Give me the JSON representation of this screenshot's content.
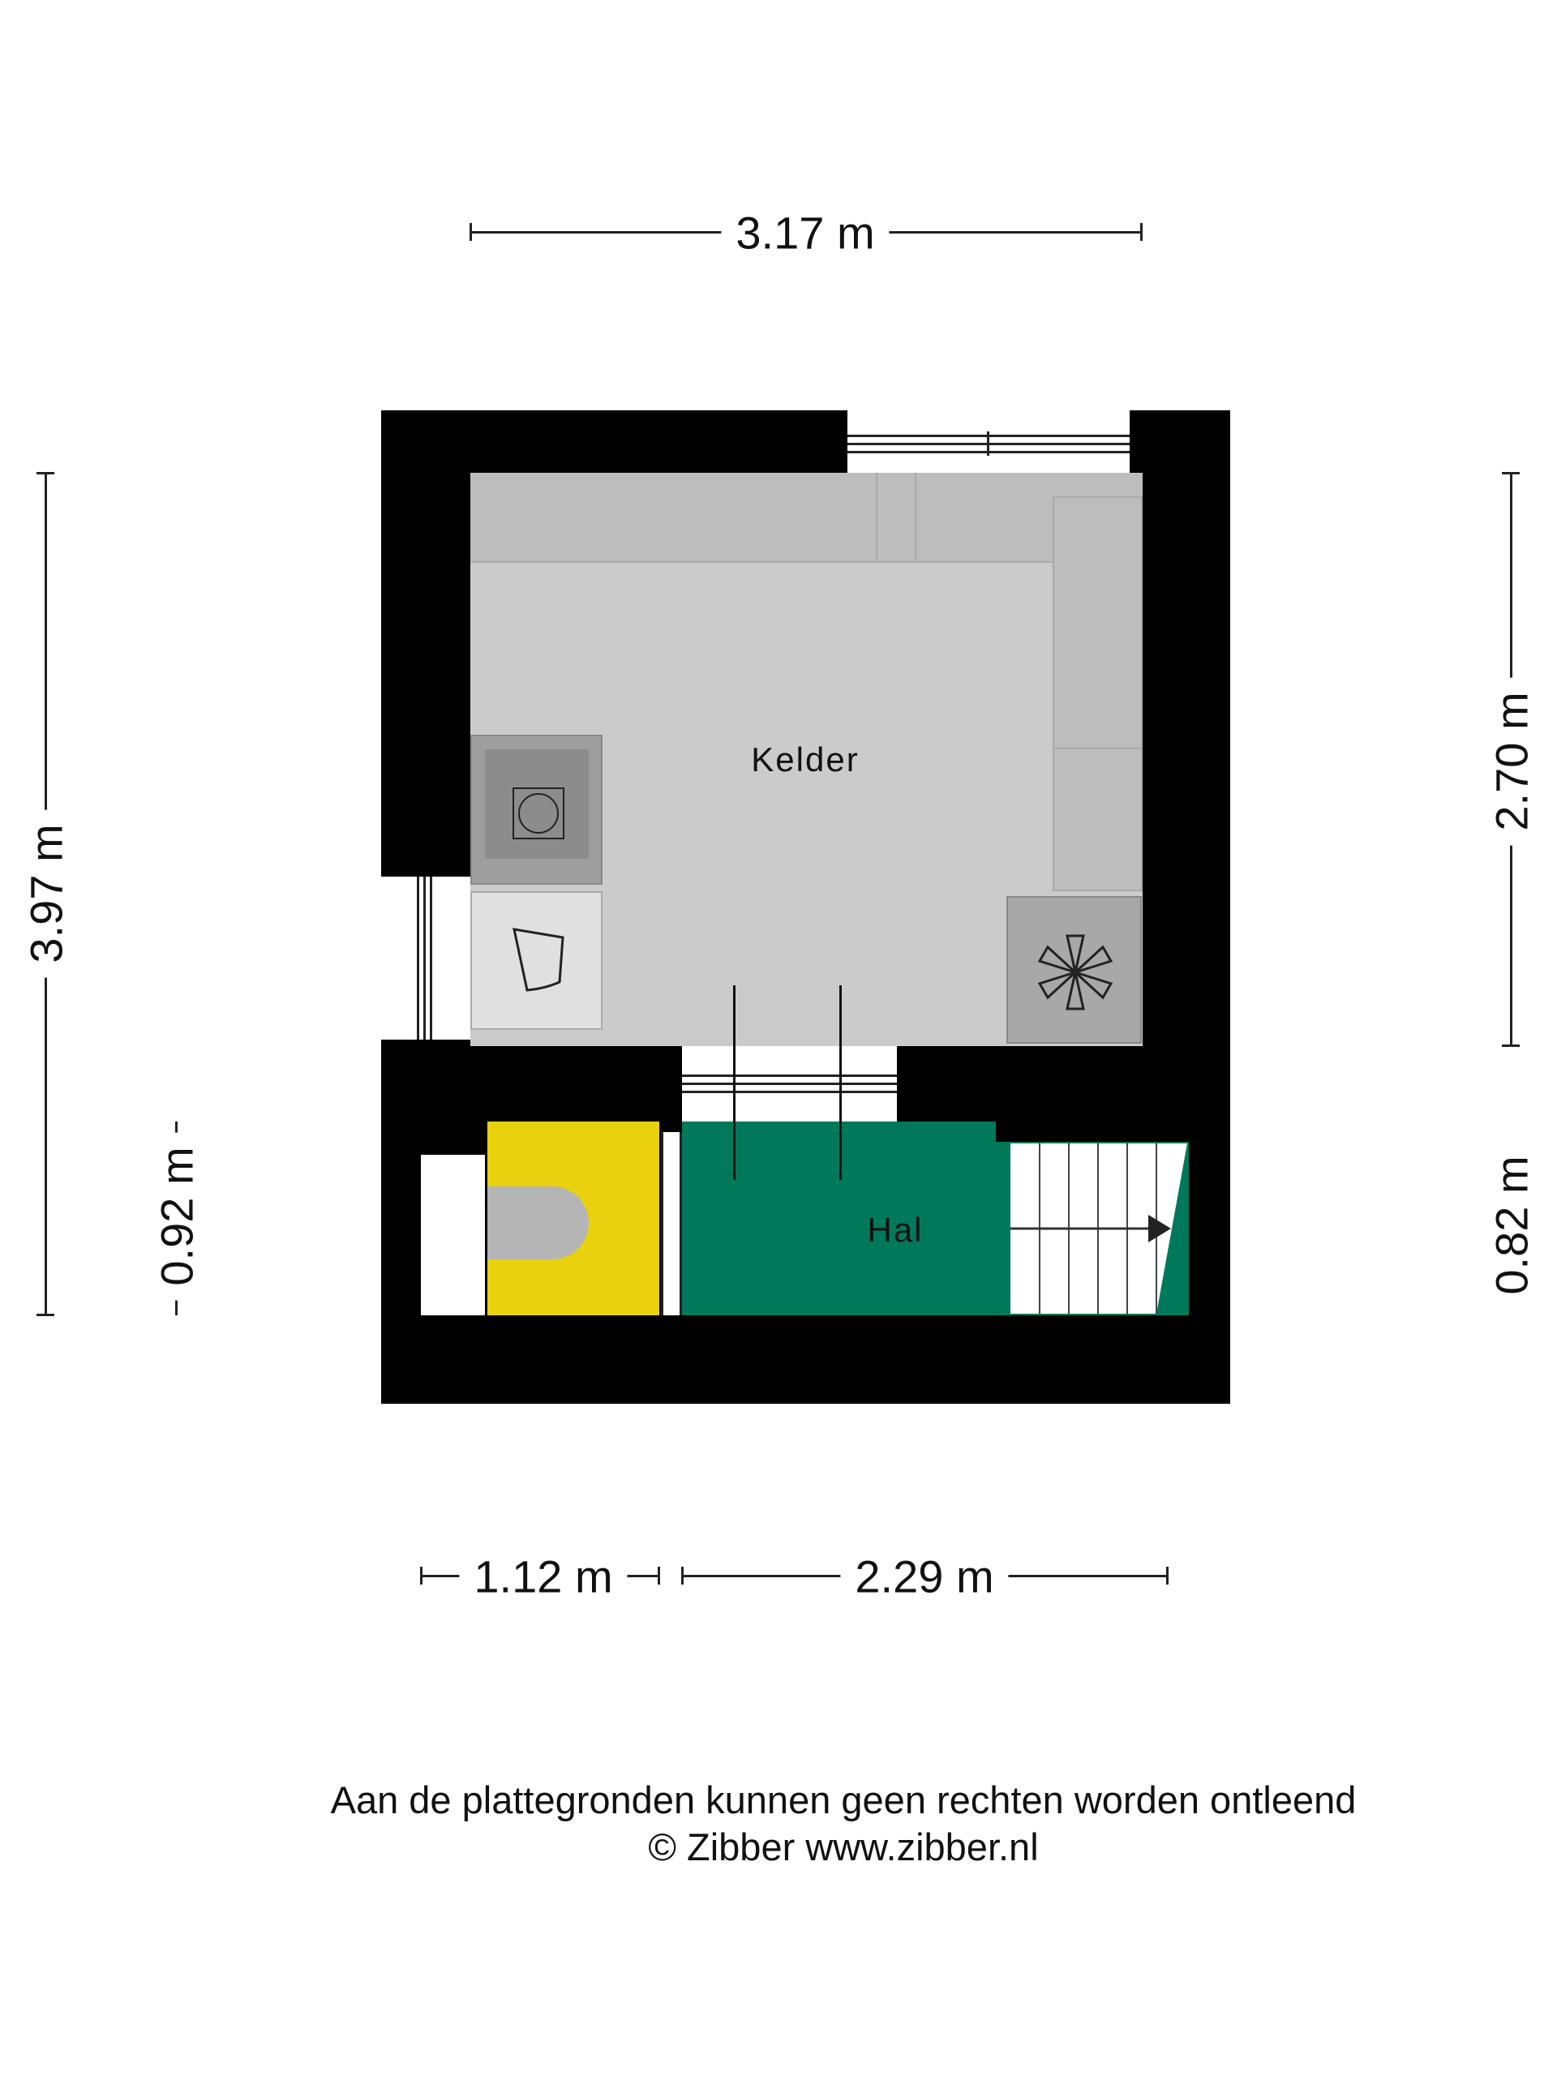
{
  "dimensions": {
    "top_width": "3.17 m",
    "left_total": "3.97 m",
    "left_wc": "0.92 m",
    "right_kelder": "2.70 m",
    "right_hal": "0.82 m",
    "bottom_wc": "1.12 m",
    "bottom_hal": "2.29 m"
  },
  "rooms": {
    "kelder": "Kelder",
    "hal": "Hal"
  },
  "footer": {
    "disclaimer": "Aan de plattegronden kunnen geen rechten worden ontleend",
    "copyright": "© Zibber www.zibber.nl"
  },
  "colors": {
    "wall": "#000000",
    "kelder": "#cccccc",
    "hal": "#00795a",
    "wc": "#e9d10e"
  }
}
